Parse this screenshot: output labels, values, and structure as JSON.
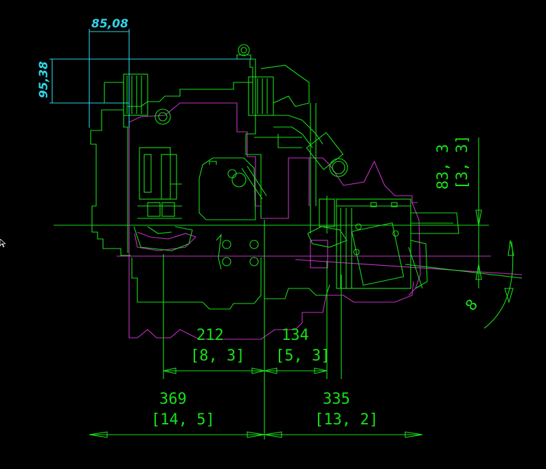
{
  "drawing": {
    "colors": {
      "outline": "#18e018",
      "body": "#c832c8",
      "annotation": "#2ed4ea",
      "background": "#000000"
    },
    "dimensions": {
      "top_width": "85,08",
      "top_height": "95,38",
      "mid_left": "212",
      "mid_left_in": "[8, 3]",
      "mid_right": "134",
      "mid_right_in": "[5, 3]",
      "bot_left": "369",
      "bot_left_in": "[14, 5]",
      "bot_right": "335",
      "bot_right_in": "[13, 2]",
      "right_vertical": "83, 3",
      "right_vertical_in": "[3, 3]",
      "angle": "8"
    }
  }
}
